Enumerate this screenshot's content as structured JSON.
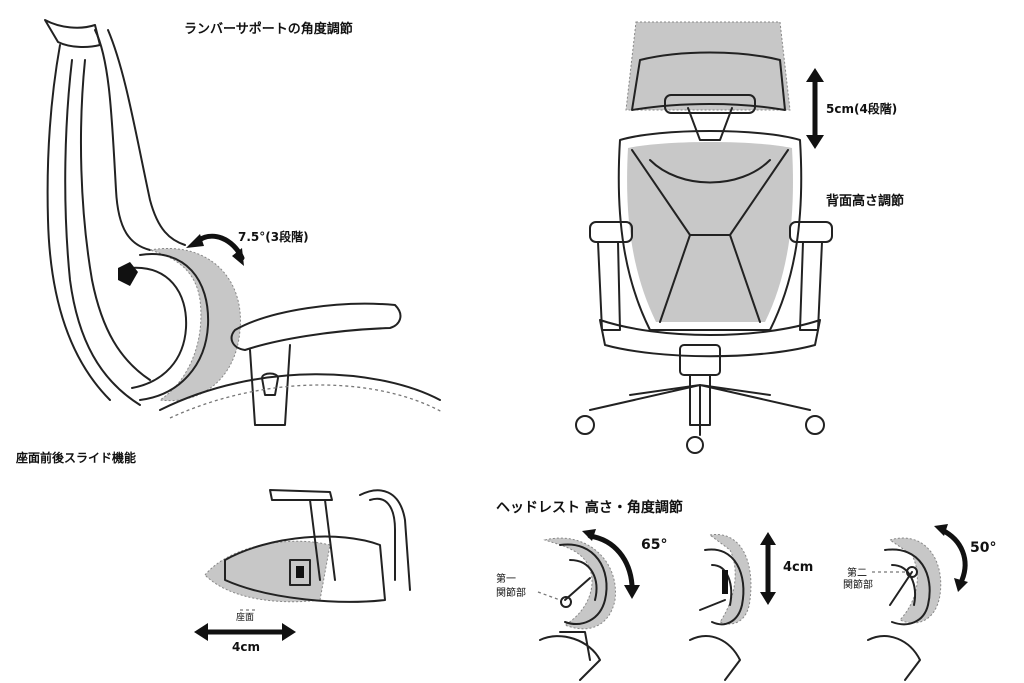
{
  "lumbar": {
    "title": "ランバーサポートの角度調節",
    "angle_label": "7.5°(3段階)"
  },
  "back_height": {
    "range_label": "5cm(4段階)",
    "title": "背面高さ調節"
  },
  "seat_slide": {
    "title": "座面前後スライド機能",
    "seat_label": "座面",
    "range_label": "4cm"
  },
  "headrest": {
    "title": "ヘッドレスト 高さ・角度調節",
    "panel1": {
      "angle_label": "65°",
      "joint_line1": "第一",
      "joint_line2": "関節部"
    },
    "panel2": {
      "range_label": "4cm"
    },
    "panel3": {
      "angle_label": "50°",
      "joint_line1": "第二",
      "joint_line2": "関節部"
    }
  }
}
